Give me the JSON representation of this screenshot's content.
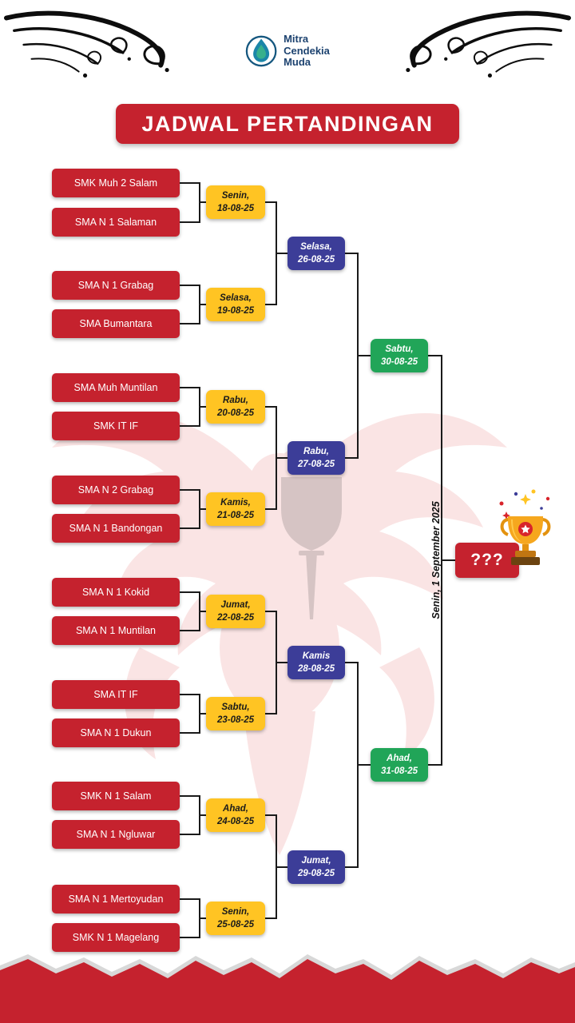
{
  "logo": {
    "text_lines": [
      "Mitra",
      "Cendekia",
      "Muda"
    ]
  },
  "title": "JADWAL PERTANDINGAN",
  "colors": {
    "red": "#C5222E",
    "yellow": "#FFC423",
    "blue": "#3C3D98",
    "green": "#21A558"
  },
  "icons": [
    "logo-drop-icon",
    "corner-flourish-icon",
    "trophy-icon",
    "garuda-watermark-icon"
  ],
  "round1": [
    {
      "team1": "SMK Muh 2 Salam",
      "team2": "SMA N 1 Salaman",
      "day": "Senin,",
      "date": "18-08-25"
    },
    {
      "team1": "SMA N 1 Grabag",
      "team2": "SMA Bumantara",
      "day": "Selasa,",
      "date": "19-08-25"
    },
    {
      "team1": "SMA Muh Muntilan",
      "team2": "SMK IT IF",
      "day": "Rabu,",
      "date": "20-08-25"
    },
    {
      "team1": "SMA N 2 Grabag",
      "team2": "SMA N 1 Bandongan",
      "day": "Kamis,",
      "date": "21-08-25"
    },
    {
      "team1": "SMA N 1 Kokid",
      "team2": "SMA N 1 Muntilan",
      "day": "Jumat,",
      "date": "22-08-25"
    },
    {
      "team1": "SMA IT IF",
      "team2": "SMA N 1 Dukun",
      "day": "Sabtu,",
      "date": "23-08-25"
    },
    {
      "team1": "SMK N 1 Salam",
      "team2": "SMA N 1 Ngluwar",
      "day": "Ahad,",
      "date": "24-08-25"
    },
    {
      "team1": "SMA N 1 Mertoyudan",
      "team2": "SMK N 1 Magelang",
      "day": "Senin,",
      "date": "25-08-25"
    }
  ],
  "quarterfinals": [
    {
      "day": "Selasa,",
      "date": "26-08-25"
    },
    {
      "day": "Rabu,",
      "date": "27-08-25"
    },
    {
      "day": "Kamis",
      "date": "28-08-25"
    },
    {
      "day": "Jumat,",
      "date": "29-08-25"
    }
  ],
  "semifinals": [
    {
      "day": "Sabtu,",
      "date": "30-08-25"
    },
    {
      "day": "Ahad,",
      "date": "31-08-25"
    }
  ],
  "final": {
    "date_label": "Senin, 1 September 2025",
    "winner_placeholder": "???"
  }
}
